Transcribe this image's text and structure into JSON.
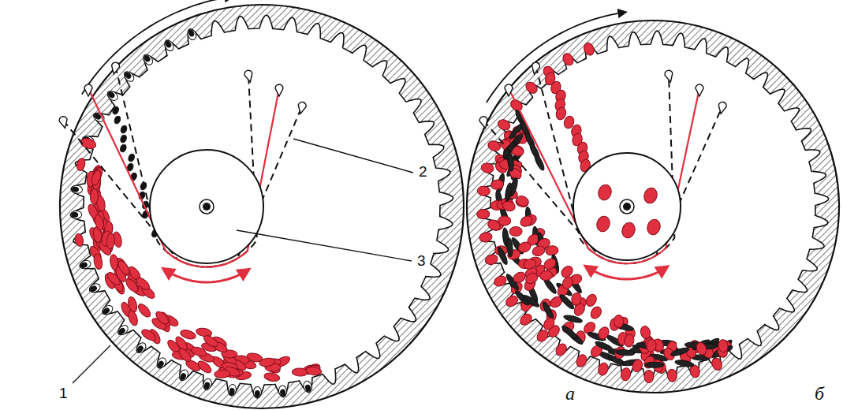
{
  "diagram": {
    "labels": [
      "1",
      "2",
      "3",
      "а",
      "б"
    ]
  }
}
